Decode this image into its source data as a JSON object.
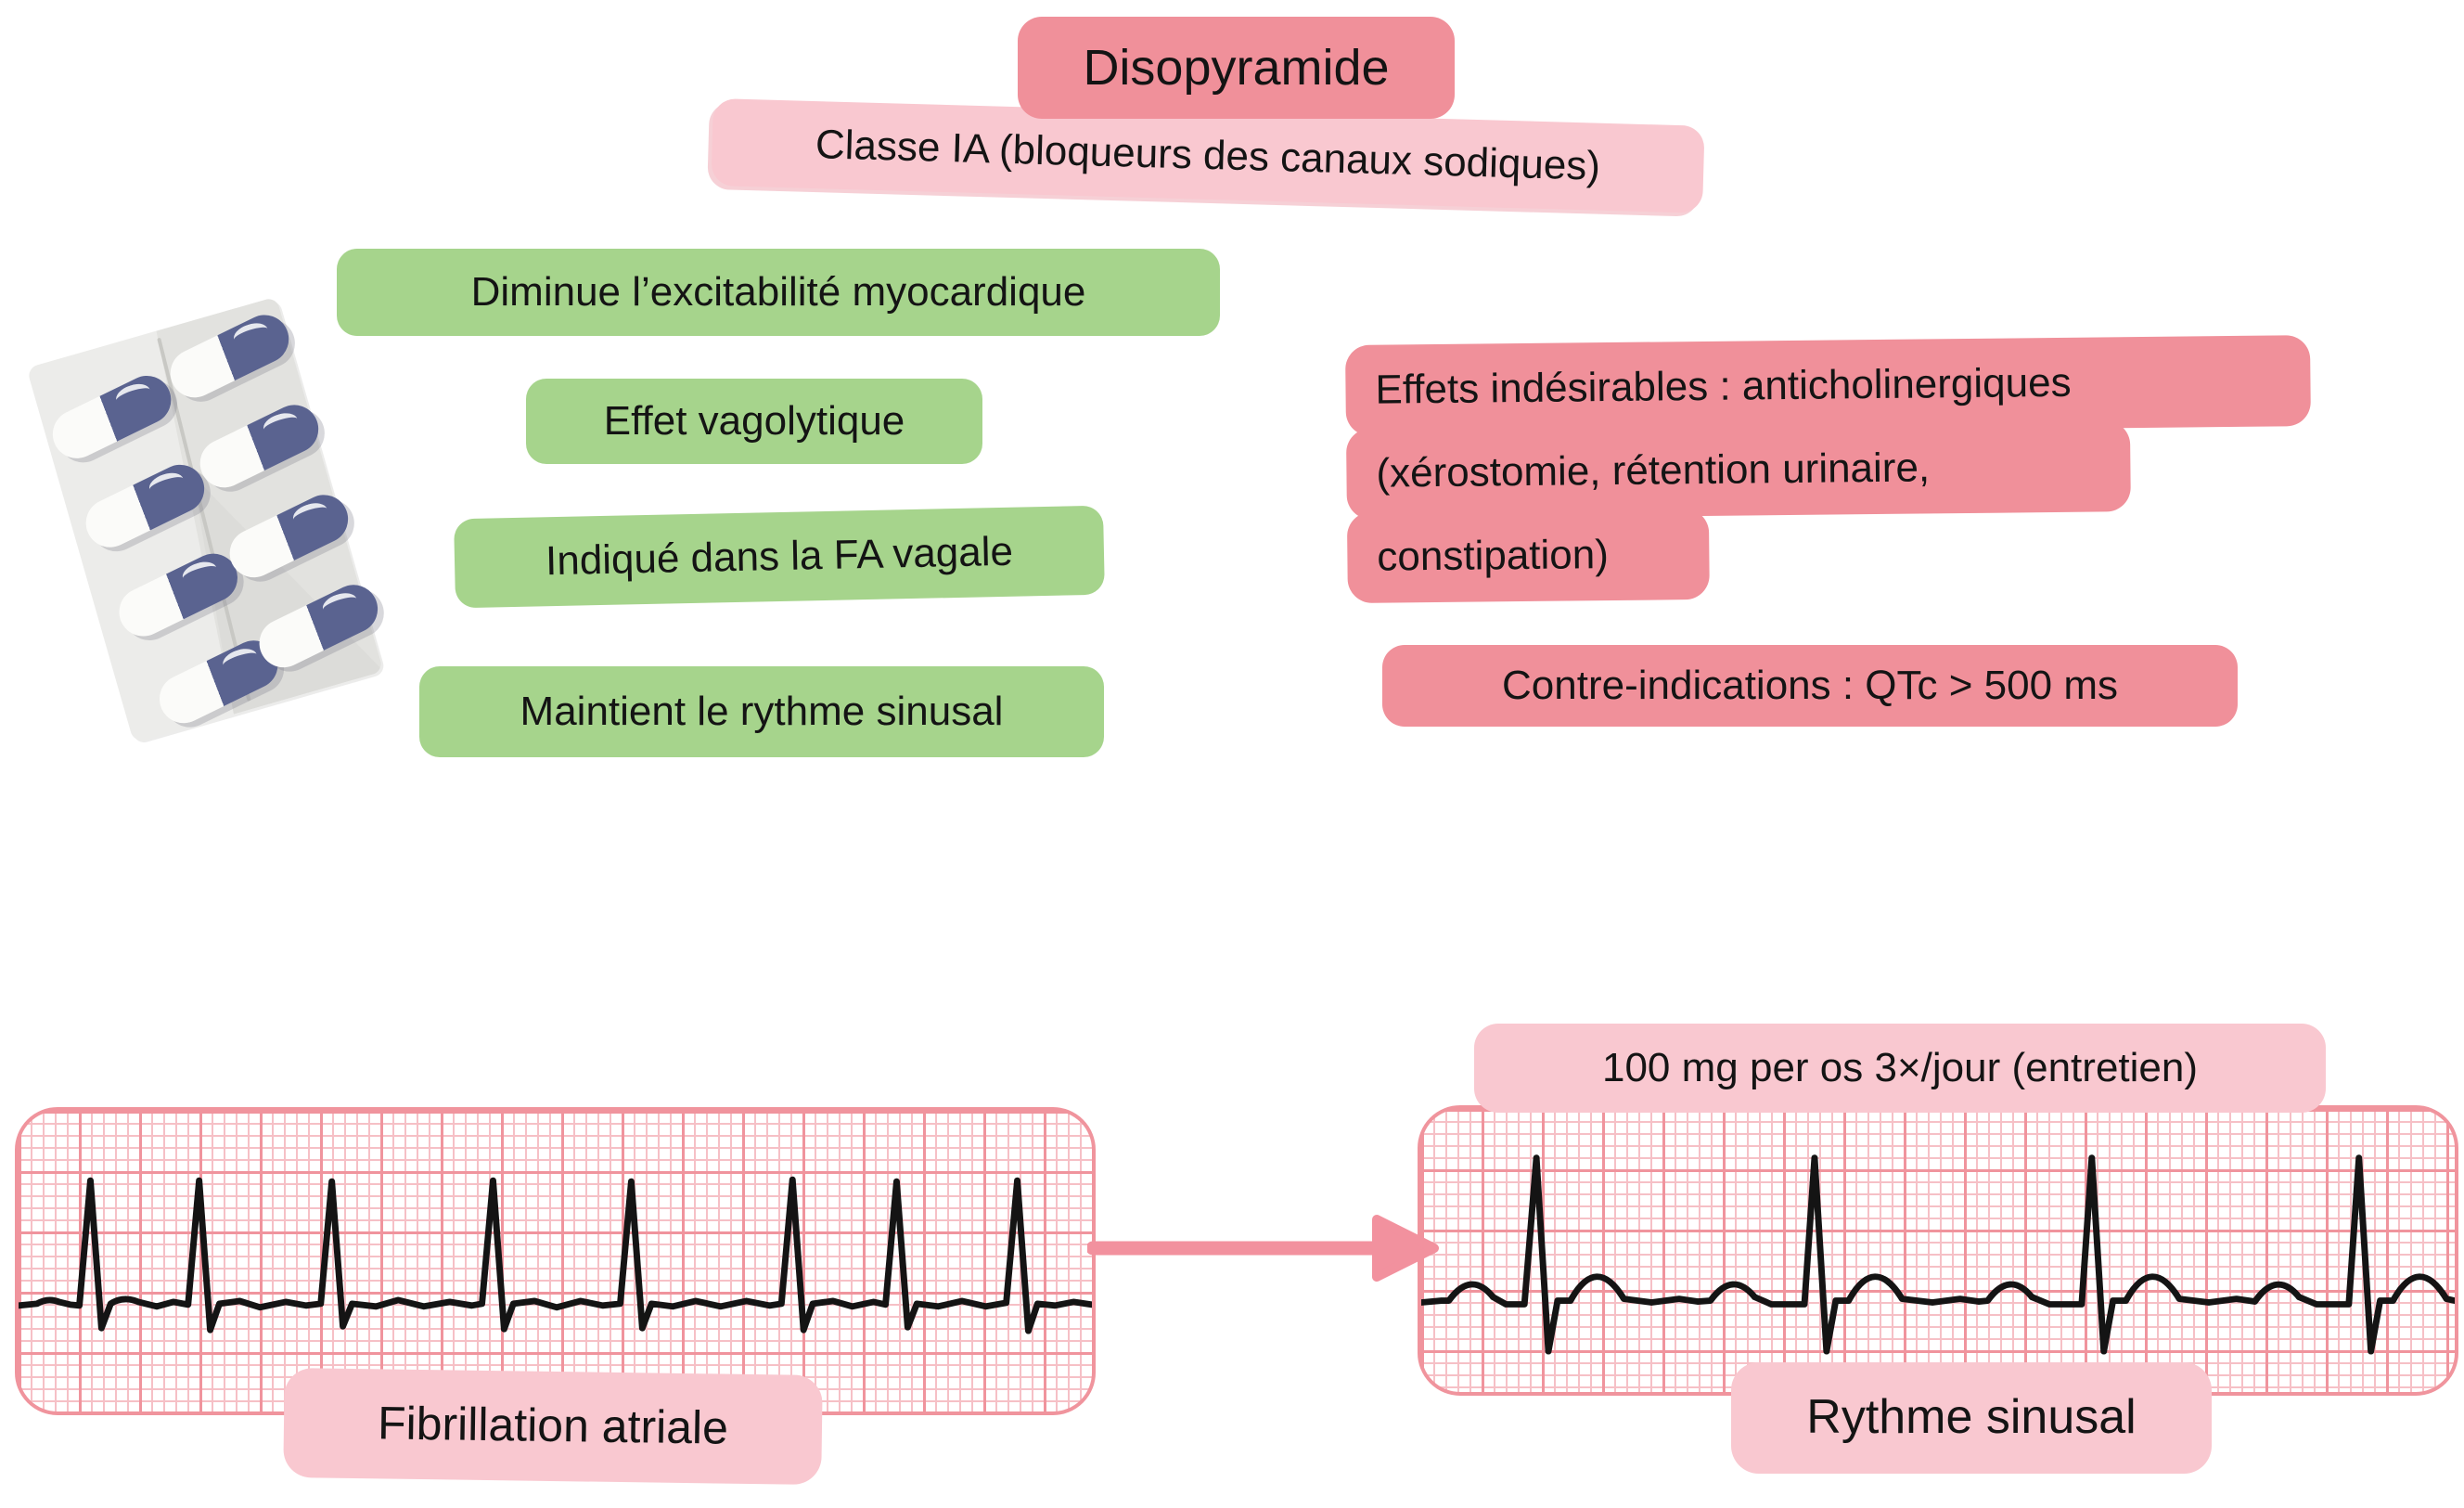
{
  "title": {
    "label": "Disopyramide"
  },
  "subtitle": {
    "label": "Classe IA (bloqueurs des canaux sodiques)"
  },
  "mechanisms": [
    {
      "label": "Diminue l’excitabilité myocardique"
    },
    {
      "label": "Effet vagolytique"
    },
    {
      "label": "Indiqué dans la FA vagale"
    },
    {
      "label": "Maintient le rythme sinusal"
    }
  ],
  "adverse_effects": {
    "lines": [
      "Effets indésirables : anticholinergiques",
      "(xérostomie, rétention urinaire,",
      "constipation)"
    ]
  },
  "contraindication": {
    "label": "Contre-indications : QTc > 500 ms"
  },
  "dose": {
    "label": "100 mg per os 3×/jour (entretien)"
  },
  "ecg_before": {
    "label": "Fibrillation atriale",
    "qrs_count": 8,
    "rhythm": "irregular"
  },
  "ecg_after": {
    "label": "Rythme sinusal",
    "qrs_count": 4,
    "rhythm": "regular"
  },
  "arrow": {
    "icon": "arrow-right-icon",
    "direction": "right"
  },
  "illustration": {
    "icon": "pill-blister-icon",
    "capsule_count": 8
  },
  "colors": {
    "accent_red": "#F0909A",
    "light_pink": "#F9C8D0",
    "green": "#A6D48C",
    "arrow_pink": "#F2919E",
    "grid_major": "#F0949D",
    "grid_minor": "#F6C0C6",
    "trace_black": "#141414",
    "capsule_navy": "#5A6390",
    "blister_gray": "#ECECEA"
  }
}
